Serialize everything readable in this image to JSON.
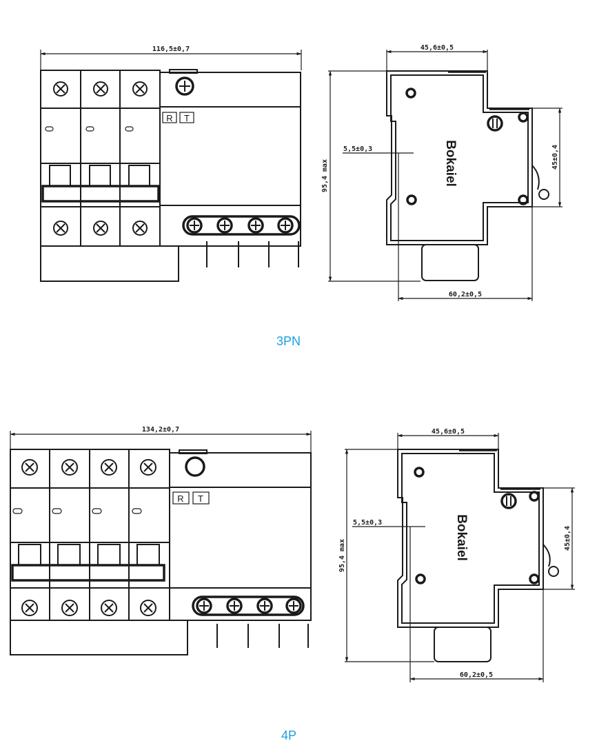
{
  "colors": {
    "caption": "#1aa0e0",
    "line": "#1a1a1a",
    "background": "#ffffff"
  },
  "diagrams": [
    {
      "caption": "3PN",
      "front_view": {
        "width_dim": "116,5±0,7",
        "poles": 3,
        "labels": [
          "R",
          "T"
        ]
      },
      "side_view": {
        "top_dim": "45,6±0,5",
        "height_dim": "95,4 max",
        "rail_dim": "5,5±0,3",
        "front_dim": "45±0,4",
        "bottom_dim": "60,2±0,5",
        "brand": "Bokaiel"
      }
    },
    {
      "caption": "4P",
      "front_view": {
        "width_dim": "134,2±0,7",
        "poles": 4,
        "labels": [
          "R",
          "T"
        ]
      },
      "side_view": {
        "top_dim": "45,6±0,5",
        "height_dim": "95,4 max",
        "rail_dim": "5,5±0,3",
        "front_dim": "45±0,4",
        "bottom_dim": "60,2±0,5",
        "brand": "Bokaiel"
      }
    }
  ]
}
